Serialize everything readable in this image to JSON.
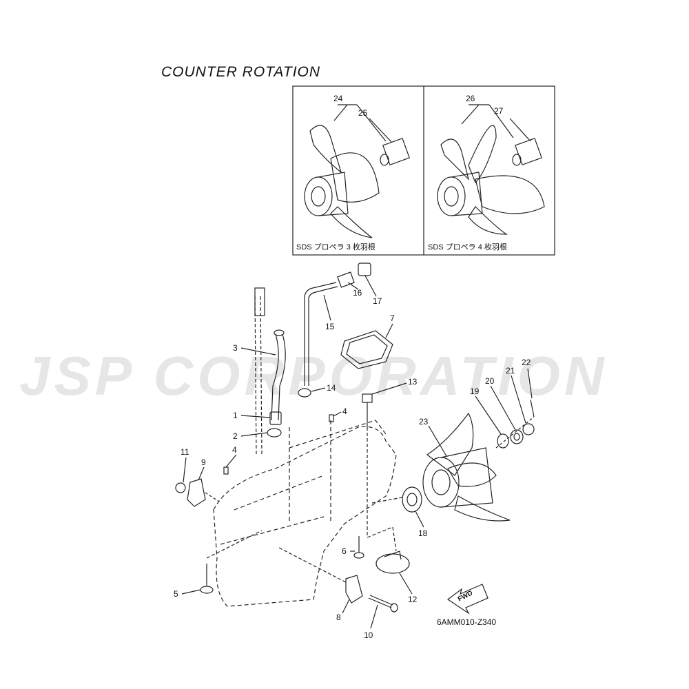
{
  "title": "COUNTER  ROTATION",
  "watermark": "JSP CORPORATION",
  "inset_captions": [
    "SDS プロペラ 3 枚羽根",
    "SDS プロペラ 4 枚羽根"
  ],
  "reference_code": "6AMM010-Z340",
  "fwd_label": "FWD",
  "callouts": [
    {
      "id": "1",
      "label": "1"
    },
    {
      "id": "2",
      "label": "2"
    },
    {
      "id": "3",
      "label": "3"
    },
    {
      "id": "4a",
      "label": "4"
    },
    {
      "id": "4b",
      "label": "4"
    },
    {
      "id": "5",
      "label": "5"
    },
    {
      "id": "6",
      "label": "6"
    },
    {
      "id": "7",
      "label": "7"
    },
    {
      "id": "8",
      "label": "8"
    },
    {
      "id": "9",
      "label": "9"
    },
    {
      "id": "10",
      "label": "10"
    },
    {
      "id": "11",
      "label": "11"
    },
    {
      "id": "12",
      "label": "12"
    },
    {
      "id": "13",
      "label": "13"
    },
    {
      "id": "14",
      "label": "14"
    },
    {
      "id": "15",
      "label": "15"
    },
    {
      "id": "16",
      "label": "16"
    },
    {
      "id": "17",
      "label": "17"
    },
    {
      "id": "18",
      "label": "18"
    },
    {
      "id": "19",
      "label": "19"
    },
    {
      "id": "20",
      "label": "20"
    },
    {
      "id": "21",
      "label": "21"
    },
    {
      "id": "22",
      "label": "22"
    },
    {
      "id": "23",
      "label": "23"
    },
    {
      "id": "24",
      "label": "24"
    },
    {
      "id": "25",
      "label": "25"
    },
    {
      "id": "26",
      "label": "26"
    },
    {
      "id": "27",
      "label": "27"
    }
  ]
}
